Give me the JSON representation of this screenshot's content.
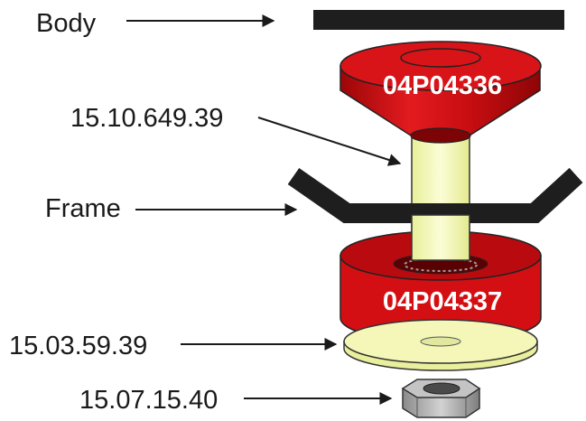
{
  "labels": {
    "body": "Body",
    "bushing_spacer": "15.10.649.39",
    "frame": "Frame",
    "washer": "15.03.59.39",
    "nut": "15.07.15.40"
  },
  "parts": {
    "upper_cushion": "04P04336",
    "lower_cushion": "04P04337"
  },
  "colors": {
    "cushion_red": "#d40f14",
    "spacer_yellow": "#f4f7b8",
    "frame_black": "#1e1e1e",
    "nut_gray": "#a8a8a8"
  }
}
